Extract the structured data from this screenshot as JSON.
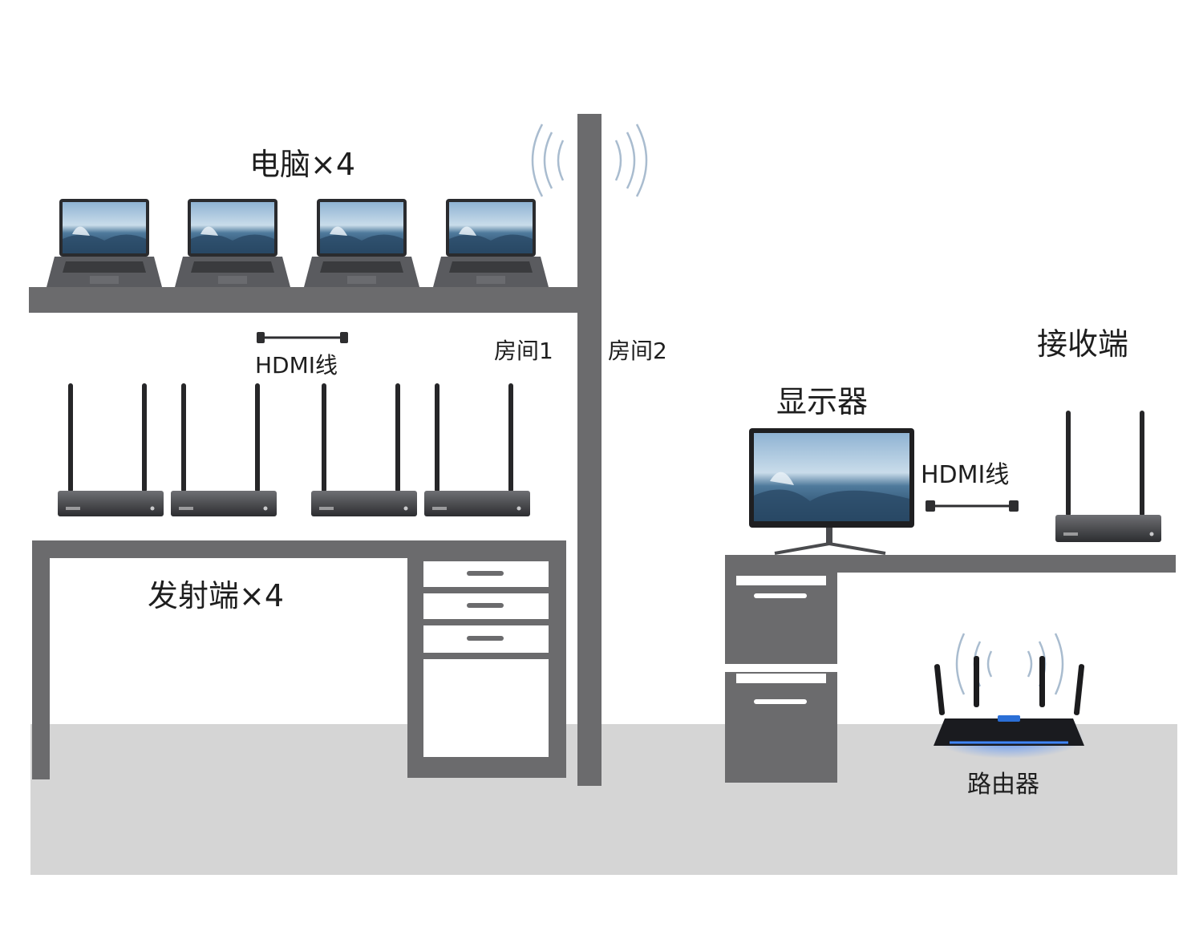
{
  "labels": {
    "computers": "电脑×4",
    "hdmi_left": "HDMI线",
    "room1": "房间1",
    "room2": "房间2",
    "receiver": "接收端",
    "monitor": "显示器",
    "hdmi_right": "HDMI线",
    "transmitters": "发射端×4",
    "router": "路由器"
  },
  "counts": {
    "laptops": 4,
    "transmitters": 4
  },
  "icons": {
    "laptop": "laptop-icon",
    "transmitter": "transmitter-icon",
    "receiver": "receiver-icon",
    "monitor": "monitor-icon",
    "router": "router-icon",
    "cable": "hdmi-cable-icon",
    "signal": "wifi-signal-icon"
  },
  "colors": {
    "structure": "#6b6b6d",
    "floor": "#d5d5d5",
    "device": "#3c3d40",
    "screen_sky": "#7fa7c9",
    "screen_sea": "#2f5676",
    "router_glow": "#2b6fd6",
    "signal": "#9fb3c8"
  }
}
